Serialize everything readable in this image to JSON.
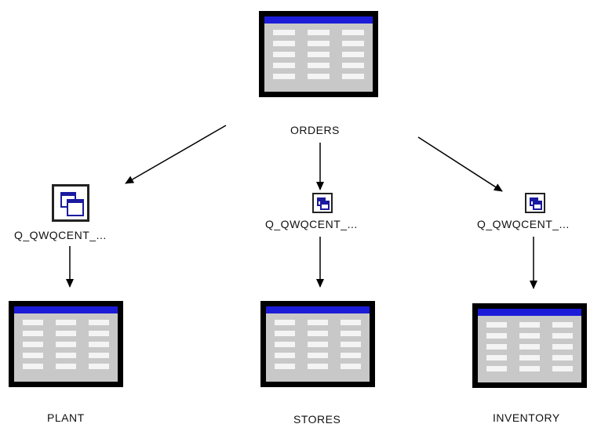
{
  "source_table": {
    "name": "ORDERS"
  },
  "targets": [
    {
      "query_label": "Q_QWQCENT_...",
      "table_name": "PLANT"
    },
    {
      "query_label": "Q_QWQCENT_...",
      "table_name": "STORES"
    },
    {
      "query_label": "Q_QWQCENT_...",
      "table_name": "INVENTORY"
    }
  ],
  "colors": {
    "table_header": "#1c1cd8",
    "table_frame": "#000000",
    "table_body": "#c8c8c8",
    "query_icon": "#1a1aa0"
  }
}
